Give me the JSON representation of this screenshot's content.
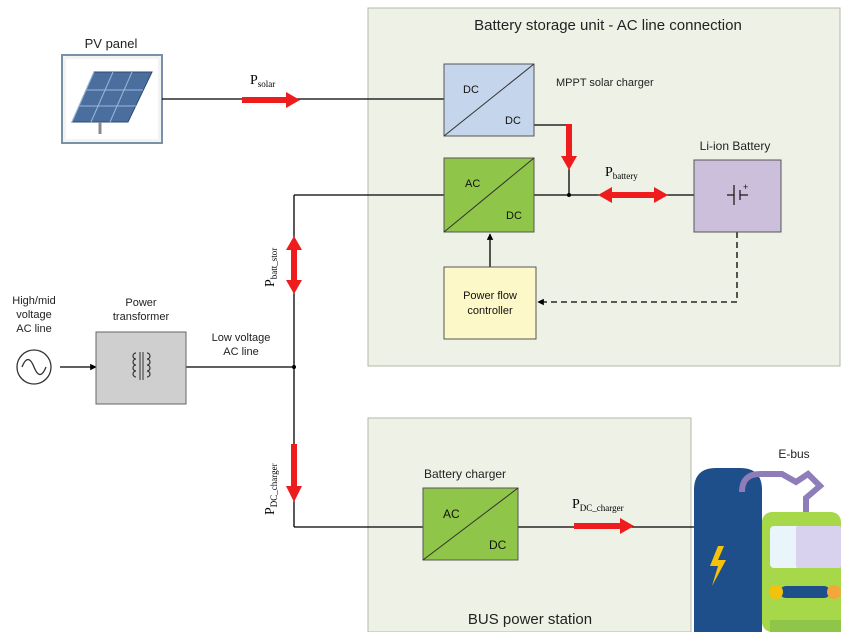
{
  "labels": {
    "pv_panel": "PV panel",
    "storage_title": "Battery storage unit - AC line connection",
    "mppt": "MPPT solar charger",
    "li_ion": "Li-ion Battery",
    "dc_top": "DC",
    "dc_bottom": "DC",
    "ac_inv": "AC",
    "dc_inv": "DC",
    "pfc_line1": "Power flow",
    "pfc_line2": "controller",
    "hv_line1": "High/mid",
    "hv_line2": "voltage",
    "hv_line3": "AC line",
    "tr_line1": "Power",
    "tr_line2": "transformer",
    "lv_line1": "Low voltage",
    "lv_line2": "AC line",
    "bus_title": "BUS power station",
    "battery_charger": "Battery charger",
    "ac_chg": "AC",
    "dc_chg": "DC",
    "ebus": "E-bus"
  },
  "power": {
    "p_main": "P",
    "solar_sub": "solar",
    "battery_sub": "battery",
    "batt_stor_sub": "batt_stor",
    "dc_charger_sub": "DC_charger"
  },
  "colors": {
    "panel_bg": "#eef2e6",
    "panel_border": "#b3b8a8",
    "dcdc_fill": "#c5d5ec",
    "green_fill": "#8fc548",
    "battery_fill": "#cbbfdb",
    "controller_fill": "#fdf8c8",
    "transformer_fill": "#cfcfcf",
    "arrow": "#ee1c1c",
    "bus_body": "#a6d84a",
    "charger_post": "#1e4f8a",
    "bolt": "#f4c20d"
  },
  "icons": {
    "pv": "solar-panel-icon",
    "source": "ac-source-icon",
    "transformer": "transformer-icon",
    "battery": "battery-icon",
    "ebus": "electric-bus-icon"
  }
}
